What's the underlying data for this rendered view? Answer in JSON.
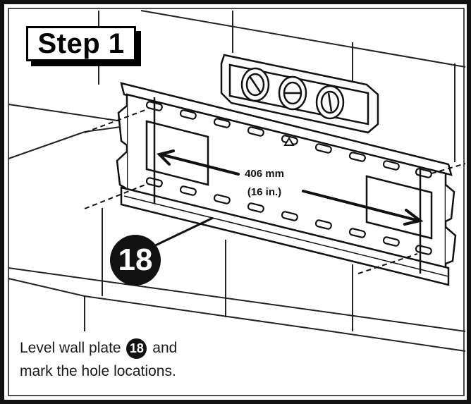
{
  "step": {
    "title": "Step 1"
  },
  "dimension": {
    "metric": "406 mm",
    "imperial": "(16 in.)"
  },
  "part": {
    "number": "18"
  },
  "caption": {
    "line1_before": "Level wall plate",
    "line1_after": "and",
    "line2": "mark the hole locations."
  },
  "colors": {
    "ink": "#111111",
    "wall_shade": "#f6f6f6",
    "background": "#ffffff"
  }
}
